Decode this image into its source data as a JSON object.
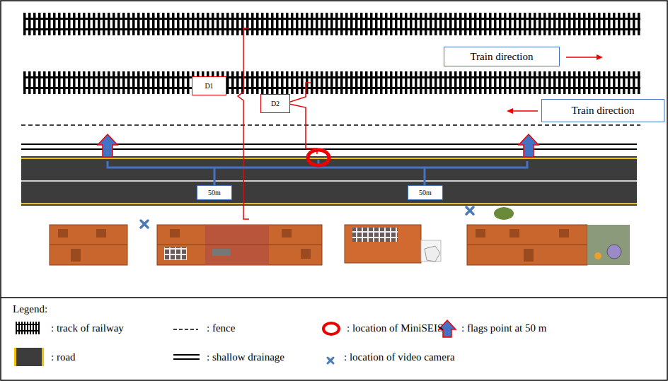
{
  "diagram": {
    "nodes": [
      {
        "text": [
          "Train direction"
        ]
      },
      {
        "text": [
          "Train direction"
        ]
      },
      {
        "text": [
          "D1"
        ]
      },
      {
        "text": [
          "D2"
        ]
      },
      {
        "text": [
          "50m"
        ]
      },
      {
        "text": [
          "50m"
        ]
      }
    ],
    "labels": [
      "Legend:"
    ],
    "legend": [
      {
        "text": ": track of railway"
      },
      {
        "text": ": fence"
      },
      {
        "text": ": location of MiniSEIS"
      },
      {
        "text": ": flags point at 50 m"
      },
      {
        "text": ": road"
      },
      {
        "text": ": shallow drainage"
      },
      {
        "text": ": location of video camera"
      }
    ]
  }
}
